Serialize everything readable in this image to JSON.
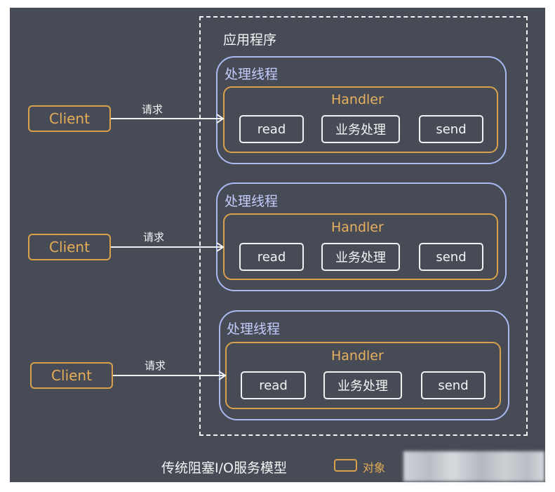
{
  "app": {
    "title": "应用程序"
  },
  "threads": [
    {
      "title": "处理线程",
      "handler": "Handler",
      "ops": [
        "read",
        "业务处理",
        "send"
      ]
    },
    {
      "title": "处理线程",
      "handler": "Handler",
      "ops": [
        "read",
        "业务处理",
        "send"
      ]
    },
    {
      "title": "处理线程",
      "handler": "Handler",
      "ops": [
        "read",
        "业务处理",
        "send"
      ]
    }
  ],
  "clients": [
    {
      "label": "Client",
      "request": "请求"
    },
    {
      "label": "Client",
      "request": "请求"
    },
    {
      "label": "Client",
      "request": "请求"
    }
  ],
  "footer": {
    "title": "传统阻塞I/O服务模型",
    "legend_label": "对象"
  },
  "colors": {
    "background": "#474b55",
    "accent_orange": "#d8a24d",
    "thread_blue": "#a9b9f2",
    "text_white": "#f4f4f4"
  }
}
